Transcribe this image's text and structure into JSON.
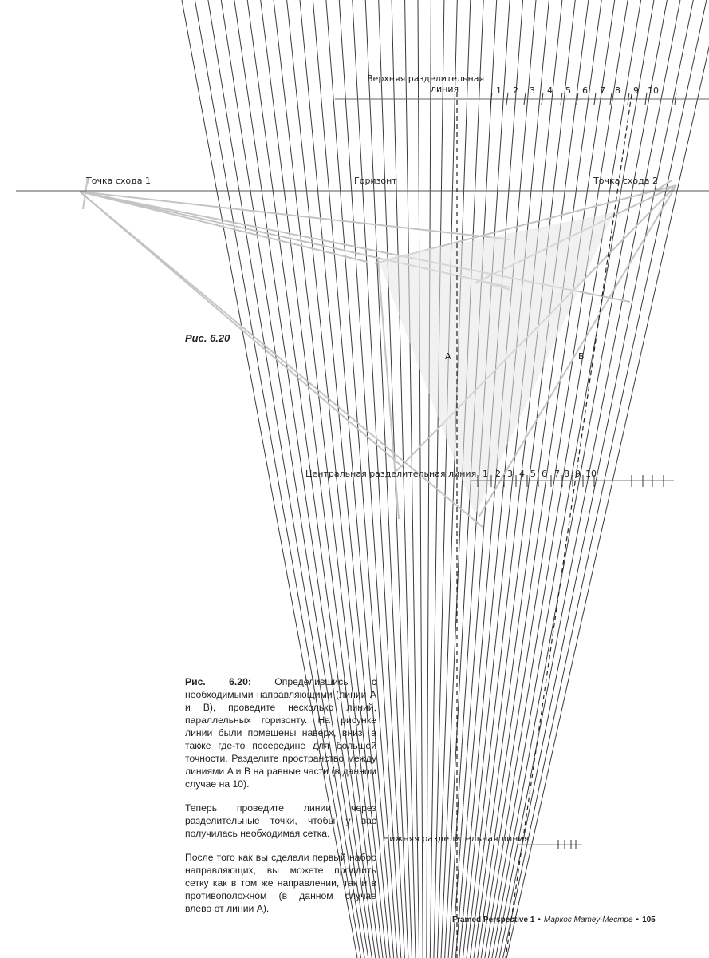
{
  "figure": {
    "top_divider_label_line1": "Верхняя разделительная",
    "top_divider_label_line2": "линия",
    "vp1_label": "Точка схода 1",
    "horizon_label": "Горизонт",
    "vp2_label": "Точка схода 2",
    "fig_label": "Рис. 6.20",
    "line_a": "A",
    "line_b": "B",
    "center_divider_label": "Центральная разделительная линия",
    "bottom_divider_label": "Нижняя разделительная линия",
    "top_numbers": [
      "1",
      "2",
      "3",
      "4",
      "5",
      "6",
      "7",
      "8",
      "9",
      "10"
    ],
    "center_numbers": [
      "1",
      "2",
      "3",
      "4",
      "5",
      "6",
      "7",
      "8",
      "9",
      "10"
    ]
  },
  "caption": {
    "title": "Рис. 6.20:",
    "p1": "Определившись с необходимыми направляющими (линии A и B), проведите несколько линий, параллельных горизонту. На рисунке линии были помещены наверх, вниз, а также где-то посередине для большей точности. Разделите пространство между линиями A и B на равные части (в данном случае на 10).",
    "p2": "Теперь проведите линии через разделительные точки, чтобы у вас получилась необходимая сетка.",
    "p3": "После того как вы сделали первый набор направляющих, вы можете продлить сетку как в том же направлении, так и в противоположном (в данном случае влево от линии A)."
  },
  "footer": {
    "book": "Framed Perspective 1",
    "author": "Маркос Матеу-Местре",
    "bullet": "•",
    "page": "105"
  }
}
